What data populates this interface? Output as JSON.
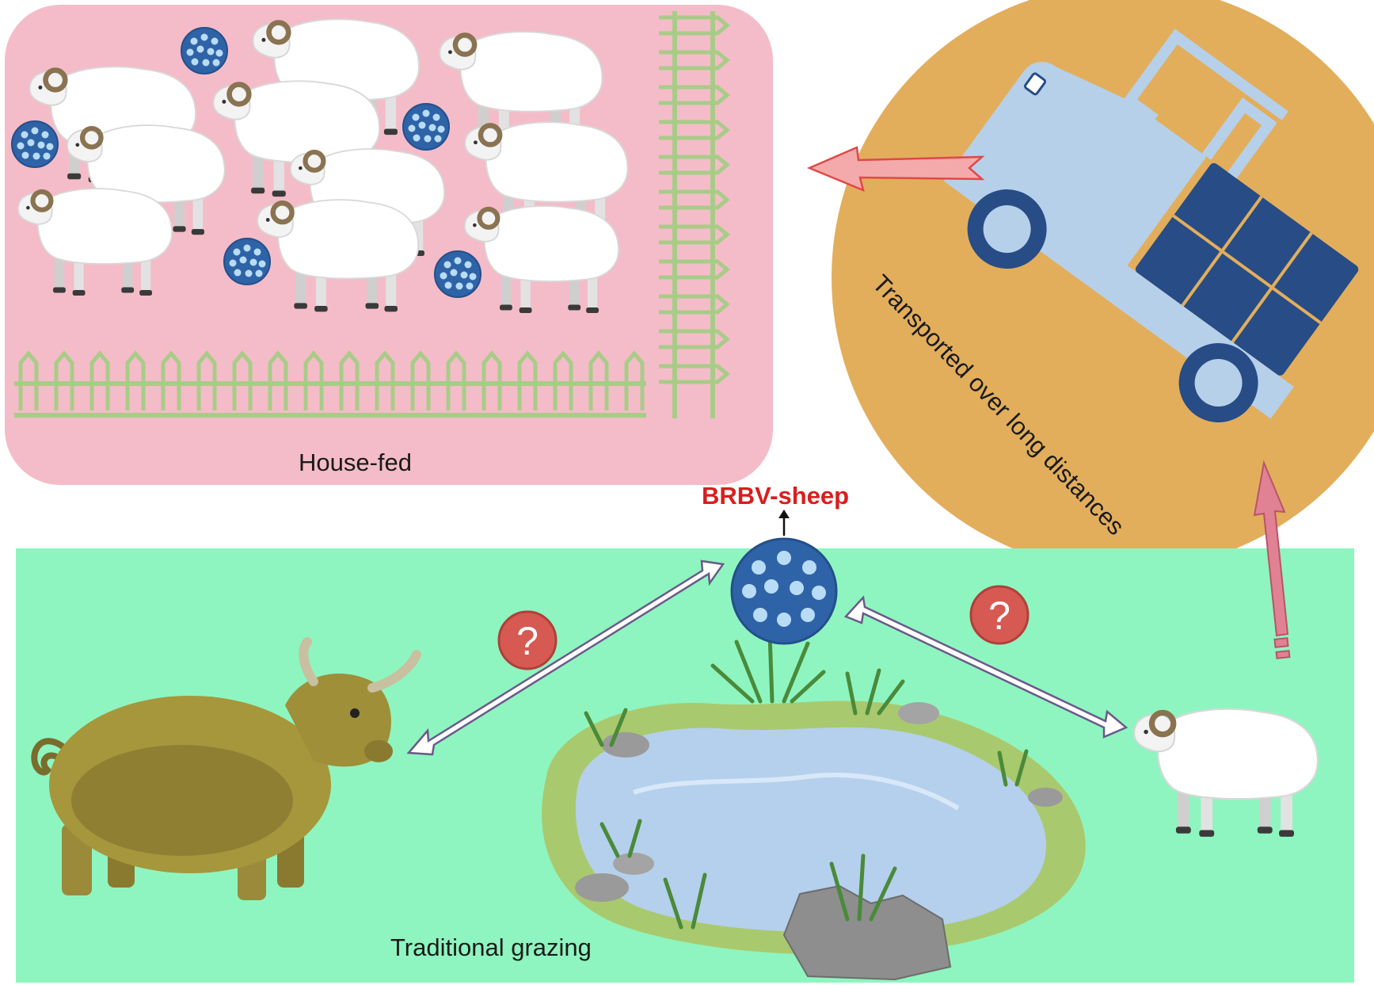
{
  "labels": {
    "house_fed": "House-fed",
    "traditional_grazing": "Traditional grazing",
    "virus": "BRBV-sheep",
    "transport": "Transported over long distances",
    "question_mark": "?"
  },
  "colors": {
    "house_panel": "#f4bcc8",
    "grazing_panel": "#8ef5c0",
    "transport_circle": "#e2ae5c",
    "virus": "#2f63a8",
    "fence": "#a8cc88",
    "arrow_pink": "#e08294",
    "question_badge": "#d65a52",
    "truck_body": "#b6d0ea",
    "truck_dark": "#274c86",
    "virus_label": "#d81e1e"
  },
  "icons": [
    "sheep-icon",
    "virus-icon",
    "fence-icon",
    "truck-icon",
    "cow-icon",
    "pond-icon",
    "question-icon",
    "arrow-icon"
  ]
}
